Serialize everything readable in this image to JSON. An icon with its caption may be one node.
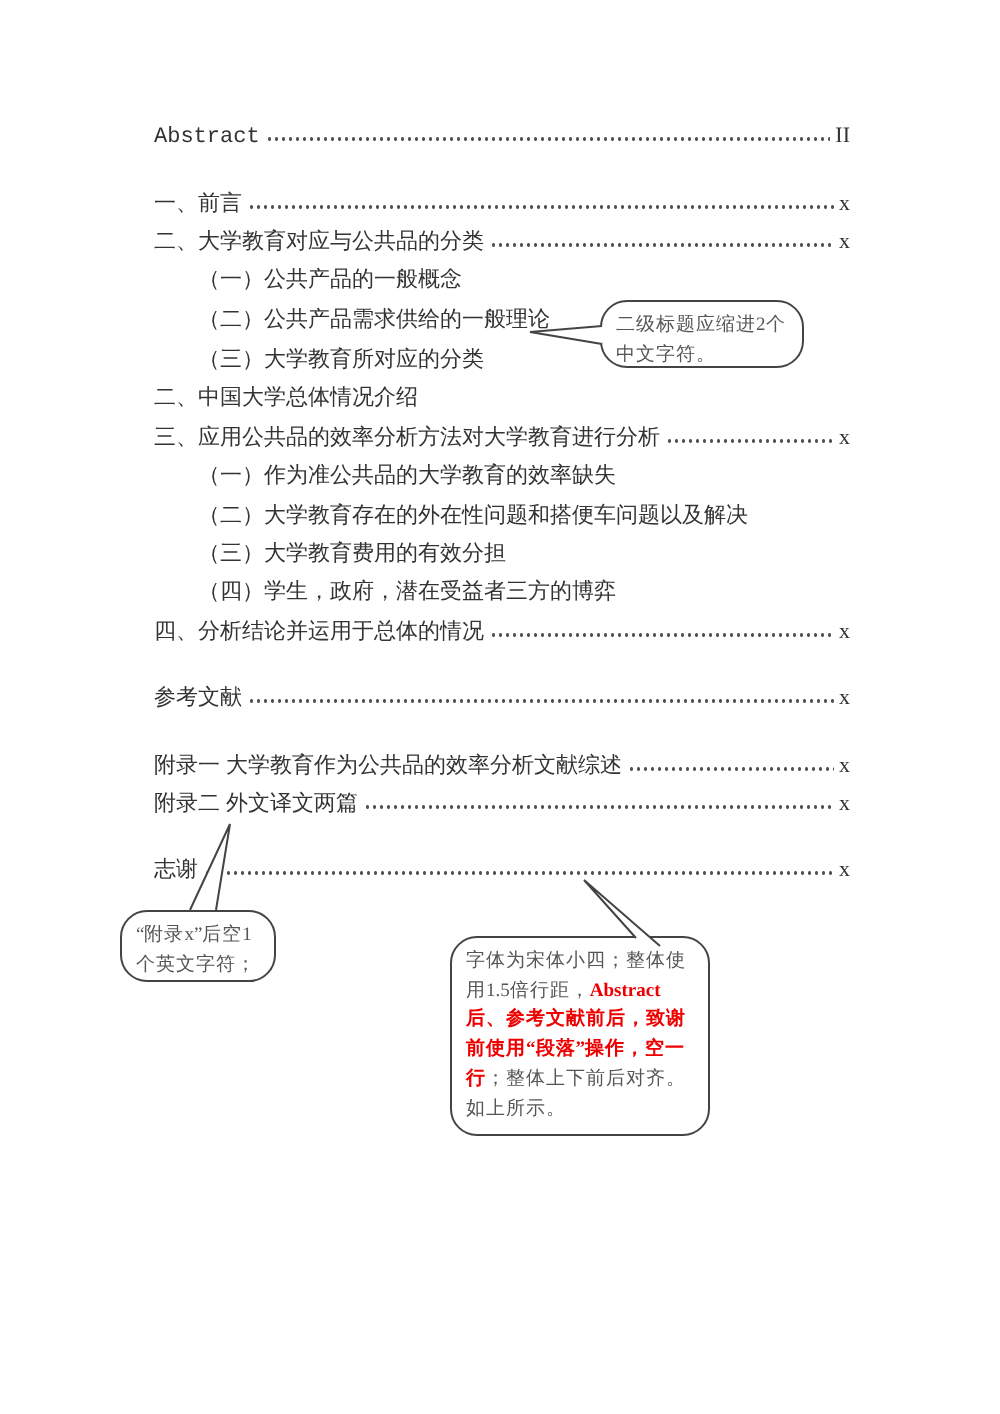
{
  "diagram": {
    "nodes": [
      {
        "text": [
          "二级标题应缩进2个中文字符。"
        ]
      },
      {
        "text": [
          "“附录x”后空1个英文字符；"
        ]
      },
      {
        "text": [
          "字体为宋体小四；整体使用1.5倍行距，**Abstract后、参考文献前后，致谢前使用“段落”操作，空一行**；整体上下前后对齐。如上所示。"
        ]
      }
    ],
    "labels": [
      "Abstract",
      "II",
      "一、前言",
      "x",
      "二、大学教育对应与公共品的分类",
      "x",
      "（一）公共产品的一般概念",
      "（二）公共产品需求供给的一般理论",
      "（三）大学教育所对应的分类",
      "二、中国大学总体情况介绍",
      "三、应用公共品的效率分析方法对大学教育进行分析",
      "x",
      "（一）作为准公共品的大学教育的效率缺失",
      "（二）大学教育存在的外在性问题和搭便车问题以及解决",
      "（三）大学教育费用的有效分担",
      "（四）学生，政府，潜在受益者三方的博弈",
      "四、分析结论并运用于总体的情况",
      "x",
      "参考文献",
      "x",
      "附录一 大学教育作为公共品的效率分析文献综述",
      "x",
      "附录二 外文译文两篇",
      "x",
      "志谢",
      "x"
    ]
  }
}
